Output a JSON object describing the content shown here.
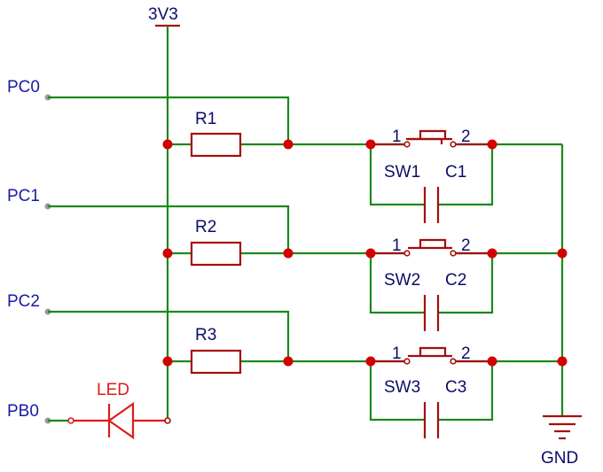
{
  "power": {
    "label": "3V3"
  },
  "ground": {
    "label": "GND"
  },
  "ports": {
    "pc0": "PC0",
    "pc1": "PC1",
    "pc2": "PC2",
    "pb0": "PB0"
  },
  "resistors": {
    "r1": "R1",
    "r2": "R2",
    "r3": "R3"
  },
  "switches": {
    "sw1": "SW1",
    "sw2": "SW2",
    "sw3": "SW3",
    "pin1": "1",
    "pin2": "2"
  },
  "capacitors": {
    "c1": "C1",
    "c2": "C2",
    "c3": "C3"
  },
  "led": {
    "label": "LED"
  },
  "colors": {
    "wire": "#1a8a1a",
    "component": "#a50d0d",
    "junction": "#d40000",
    "label": "#1a1aa8",
    "led": "#e01b1b"
  }
}
